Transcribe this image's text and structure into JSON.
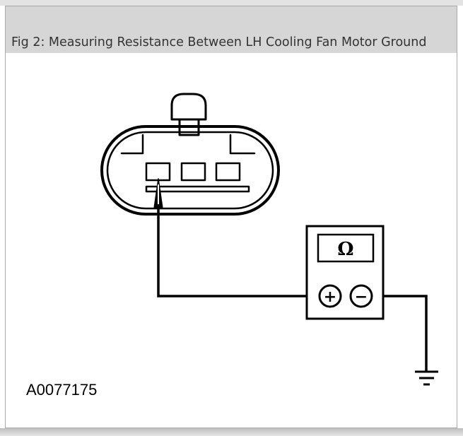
{
  "figure": {
    "title": "Fig 2: Measuring Resistance Between LH Cooling Fan Motor Ground",
    "code": "A0077175"
  },
  "meter": {
    "display_symbol": "Ω",
    "plus_label": "+",
    "minus_label": "−"
  },
  "icons": {
    "connector": "fan-connector-icon",
    "probe": "probe-icon",
    "ground": "ground-icon"
  }
}
